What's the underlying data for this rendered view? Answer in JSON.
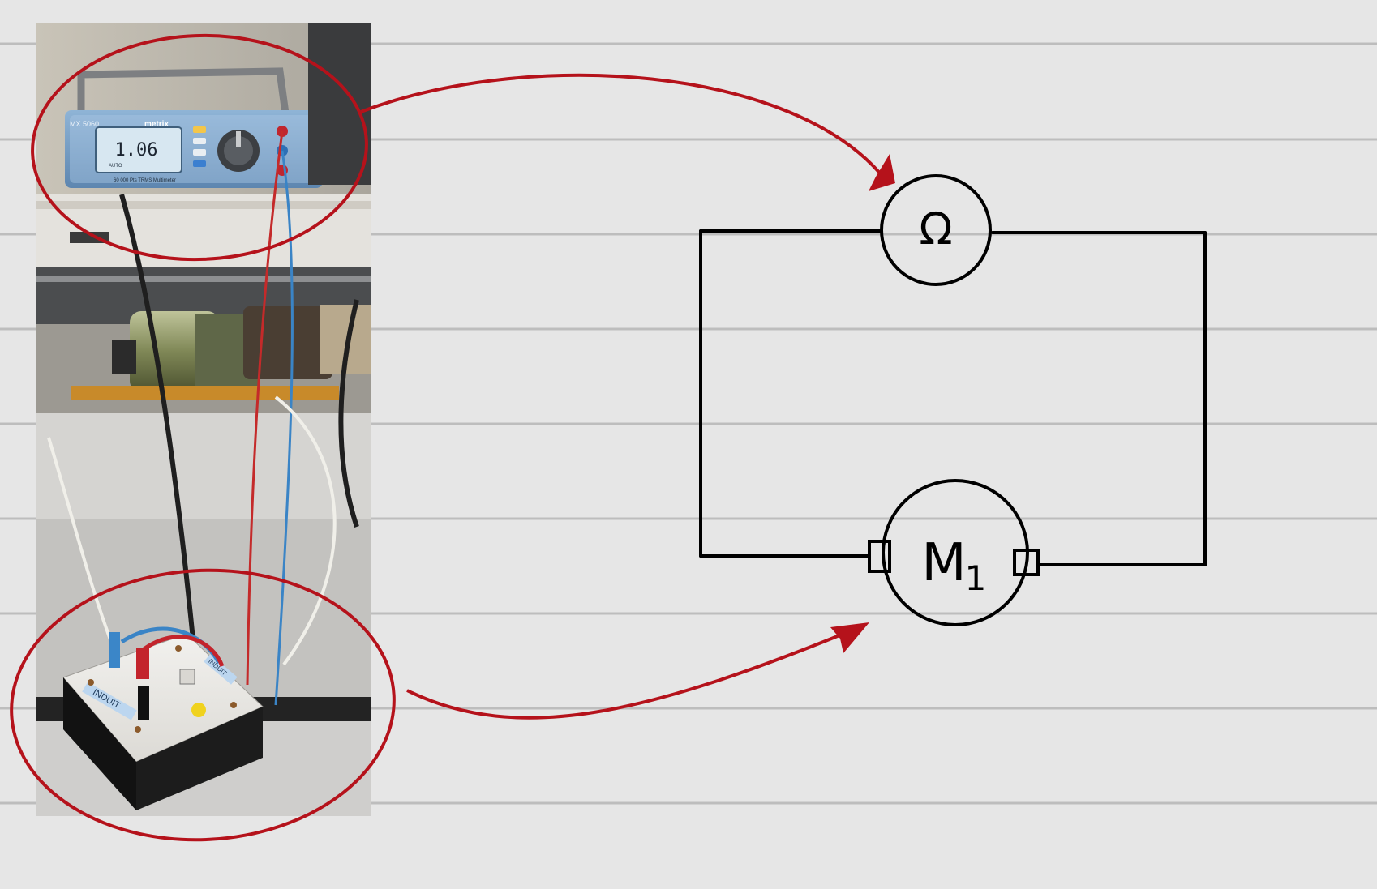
{
  "photo": {
    "multimeter_model": "MX 5060",
    "multimeter_brand": "metrix",
    "multimeter_reading": "1.06",
    "multimeter_range": "AUTO",
    "multimeter_subtitle": "60 000 Pts TRMS Multimeter",
    "box_label_left": "INDUIT",
    "box_label_right": "INDUIT"
  },
  "diagram": {
    "ohmmeter_symbol": "Ω",
    "motor_label": "M",
    "motor_subscript": "1"
  },
  "colors": {
    "background": "#e6e6e6",
    "ruled_line": "#bdbdbd",
    "annotation_red": "#b5121b",
    "wire": "#000000"
  }
}
